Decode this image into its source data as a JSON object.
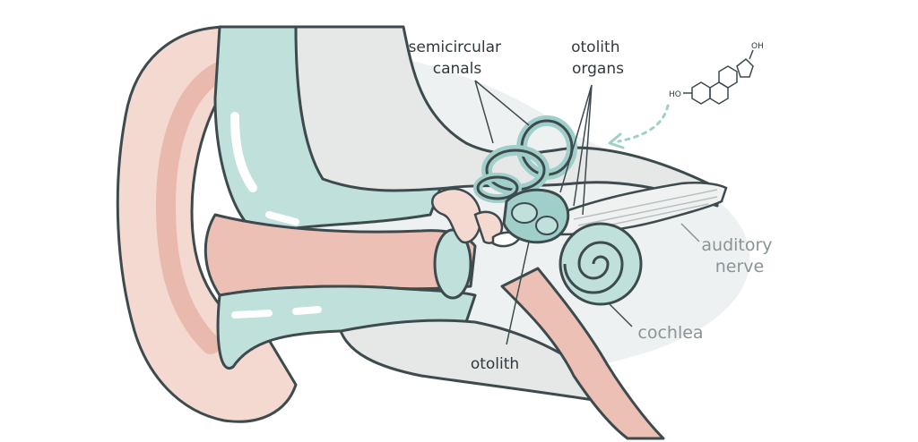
{
  "labels": {
    "semicircular_canals": [
      "semicircular",
      "canals"
    ],
    "otolith_organs": [
      "otolith",
      "organs"
    ],
    "otolith": "otolith",
    "auditory_nerve": [
      "auditory",
      "nerve"
    ],
    "cochlea": "cochlea"
  },
  "molecule": {
    "hydroxyl_top": "OH",
    "hydroxyl_left": "HO"
  },
  "colors": {
    "skin": "#f4d9d0",
    "skin_dark": "#e9b9ae",
    "canal_pink": "#ecc0b4",
    "teal": "#bfe0db",
    "teal_dark": "#9fcfc8",
    "grey_area": "#e6e8e8",
    "outline": "#3d4a4e"
  }
}
